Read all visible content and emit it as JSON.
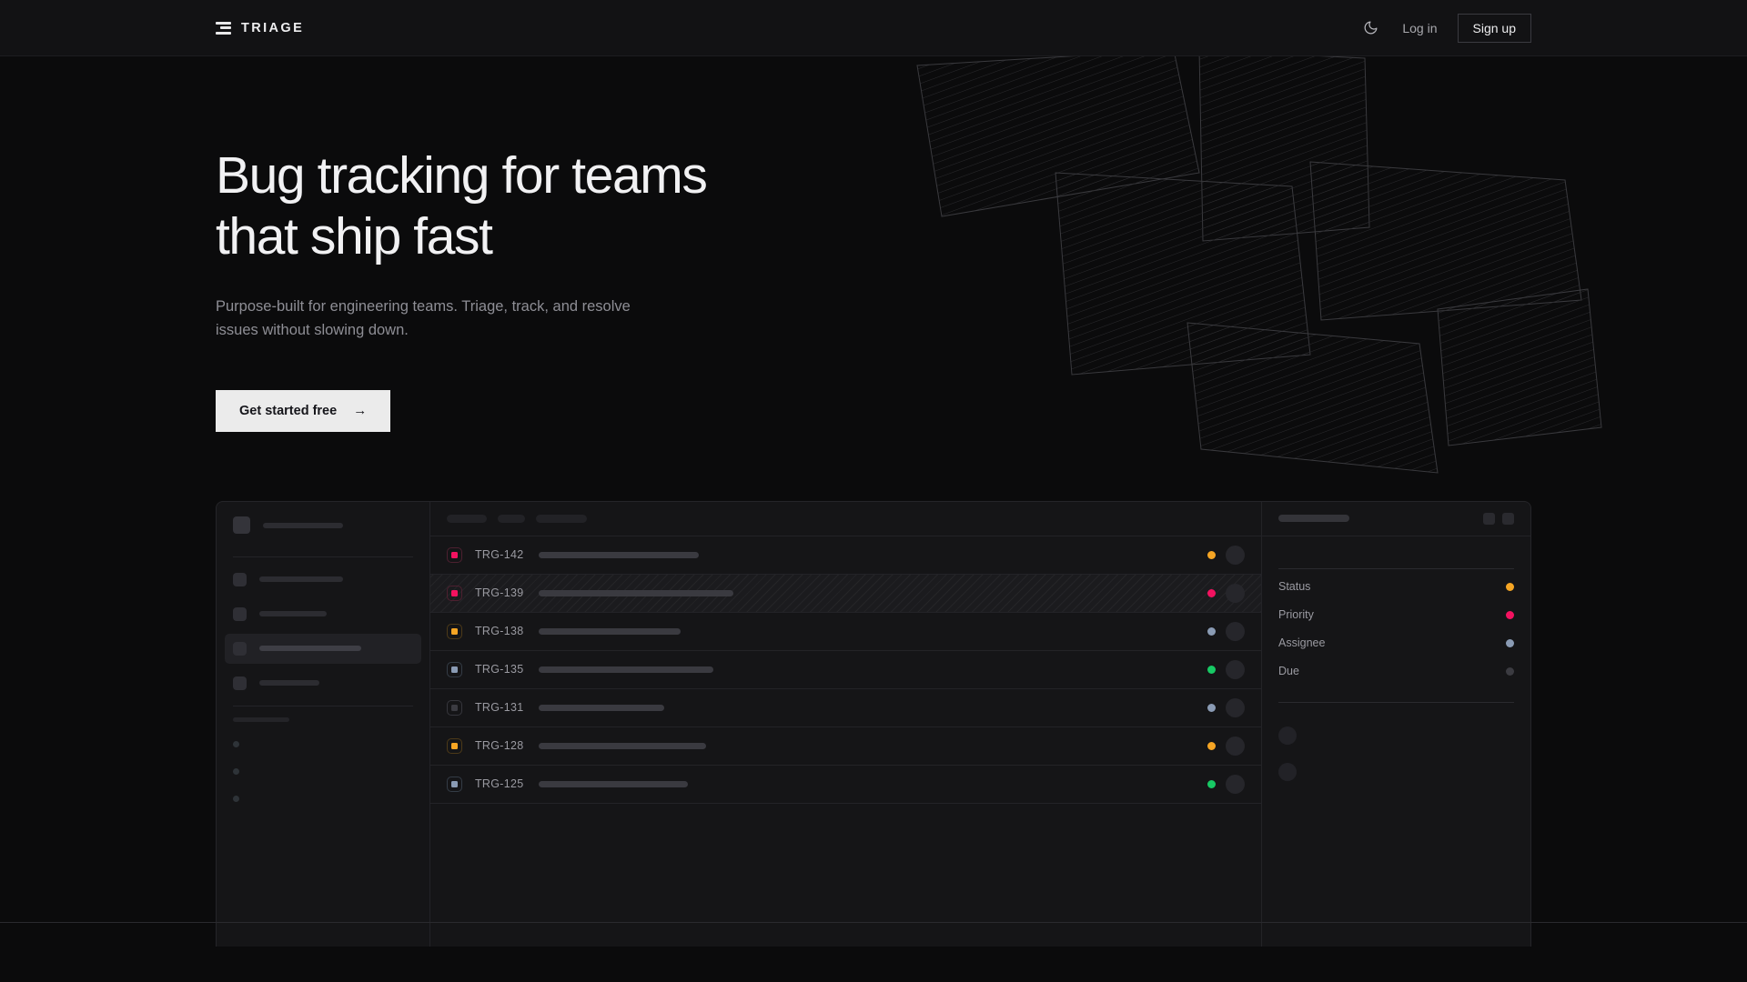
{
  "brand": {
    "name": "TRIAGE",
    "logo_icon": "stacked-bars-icon"
  },
  "nav": {
    "theme_toggle_icon": "moon-icon",
    "login_label": "Log in",
    "signup_label": "Sign up"
  },
  "hero": {
    "heading_line1": "Bug tracking for teams",
    "heading_line2": "that ship fast",
    "subtitle": "Purpose-built for engineering teams. Triage, track, and resolve issues without slowing down.",
    "cta_label": "Get started free",
    "cta_arrow": "→"
  },
  "colors": {
    "page_bg": "#0b0b0c",
    "nav_bg": "#121214",
    "panel_bg": "#151517",
    "border": "#252529",
    "text_primary": "#f1f1f3",
    "text_muted": "#8e8e95",
    "cta_bg": "#ebebeb",
    "status_amber": "#f5a524",
    "status_pink": "#f31260",
    "status_blue": "#8a9bb4",
    "status_green": "#17c964",
    "status_grey": "#3b3b41"
  },
  "mock": {
    "sidebar": {
      "workspace_label_width": 88,
      "items": [
        {
          "name": "sidebar-item-1",
          "active": false,
          "label_width": 92
        },
        {
          "name": "sidebar-item-2",
          "active": false,
          "label_width": 74
        },
        {
          "name": "sidebar-item-3",
          "active": true,
          "label_width": 112
        },
        {
          "name": "sidebar-item-4",
          "active": false,
          "label_width": 66
        }
      ],
      "group_items": 3
    },
    "toolbar": {
      "filter_chips": [
        44,
        30,
        56
      ]
    },
    "list": {
      "rows": [
        {
          "id": "TRG-142",
          "priority_color": "#f31260",
          "priority_outline": "#4d2030",
          "status_color": "#f5a524",
          "title_width": 176,
          "highlighted": false
        },
        {
          "id": "TRG-139",
          "priority_color": "#f31260",
          "priority_outline": "#4d2030",
          "status_color": "#f31260",
          "title_width": 214,
          "highlighted": true
        },
        {
          "id": "TRG-138",
          "priority_color": "#f5a524",
          "priority_outline": "#4d3a18",
          "status_color": "#8a9bb4",
          "title_width": 156,
          "highlighted": false
        },
        {
          "id": "TRG-135",
          "priority_color": "#8a9bb4",
          "priority_outline": "#343c46",
          "status_color": "#17c964",
          "title_width": 192,
          "highlighted": false
        },
        {
          "id": "TRG-131",
          "priority_color": "#3b3b41",
          "priority_outline": "#36363c",
          "status_color": "#8a9bb4",
          "title_width": 138,
          "highlighted": false
        },
        {
          "id": "TRG-128",
          "priority_color": "#f5a524",
          "priority_outline": "#4d3a18",
          "status_color": "#f5a524",
          "title_width": 184,
          "highlighted": false
        },
        {
          "id": "TRG-125",
          "priority_color": "#8a9bb4",
          "priority_outline": "#343c46",
          "status_color": "#17c964",
          "title_width": 164,
          "highlighted": false
        }
      ]
    },
    "detail": {
      "meta": [
        {
          "label": "Status",
          "dot_color": "#f5a524"
        },
        {
          "label": "Priority",
          "dot_color": "#f31260"
        },
        {
          "label": "Assignee",
          "dot_color": "#8a9bb4"
        },
        {
          "label": "Due",
          "dot_color": "#3b3b41"
        }
      ],
      "comments": 2
    }
  }
}
